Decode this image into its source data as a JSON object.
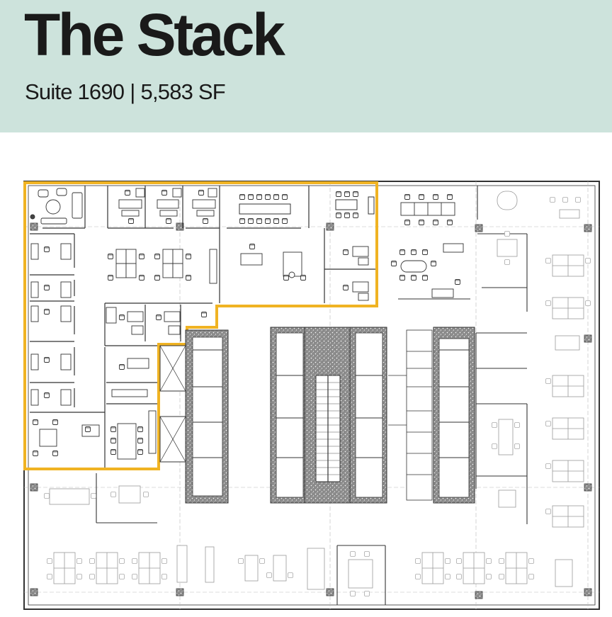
{
  "header": {
    "title": "The Stack",
    "suite": "Suite 1690",
    "separator": "|",
    "area": "5,583 SF"
  },
  "colors": {
    "header_bg": "#cde3dc",
    "suite_outline": "#f0b323",
    "wall": "#333333",
    "text": "#1a1a1a"
  }
}
